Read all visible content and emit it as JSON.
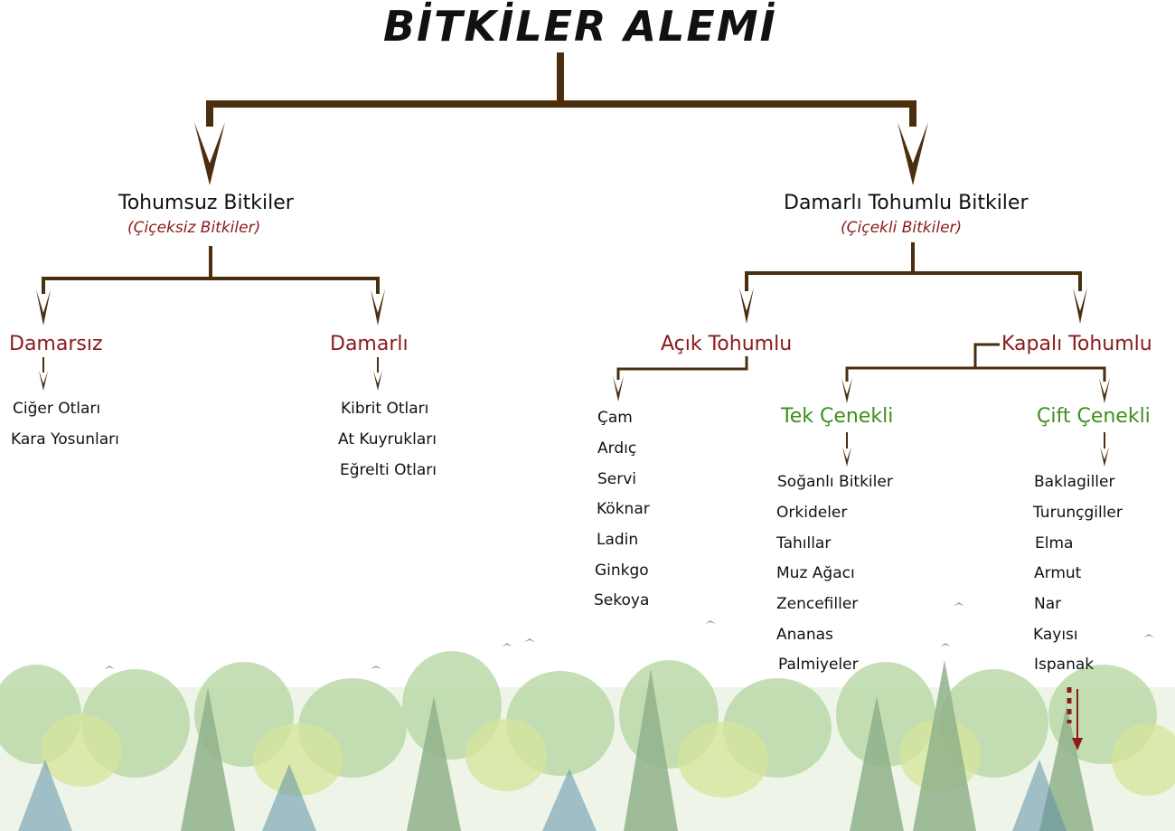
{
  "title": "BİTKİLER ALEMİ",
  "seedless": {
    "label": "Tohumsuz Bitkiler",
    "sub": "(Çiçeksiz Bitkiler)",
    "nonvascular": {
      "label": "Damarsız",
      "items": [
        "Ciğer Otları",
        "Kara Yosunları"
      ]
    },
    "vascular": {
      "label": "Damarlı",
      "items": [
        "Kibrit Otları",
        "At Kuyrukları",
        "Eğrelti Otları"
      ]
    }
  },
  "seeded": {
    "label": "Damarlı Tohumlu Bitkiler",
    "sub": "(Çiçekli Bitkiler)",
    "gymnosperms": {
      "label": "Açık Tohumlu",
      "items": [
        "Çam",
        "Ardıç",
        "Servi",
        "Köknar",
        "Ladin",
        "Ginkgo",
        "Sekoya"
      ]
    },
    "angiosperms": {
      "label": "Kapalı Tohumlu",
      "monocots": {
        "label": "Tek Çenekli",
        "items": [
          "Soğanlı Bitkiler",
          "Orkideler",
          "Tahıllar",
          "Muz Ağacı",
          "Zencefiller",
          "Ananas",
          "Palmiyeler"
        ]
      },
      "dicots": {
        "label": "Çift Çenekli",
        "items": [
          "Baklagiller",
          "Turunçgiller",
          "Elma",
          "Armut",
          "Nar",
          "Kayısı",
          "Ispanak"
        ]
      }
    }
  },
  "colors": {
    "line": "#4a2e0e",
    "accent_red": "#8b1a1a",
    "accent_green": "#3f8f1f",
    "forest": "#9cc48a"
  }
}
